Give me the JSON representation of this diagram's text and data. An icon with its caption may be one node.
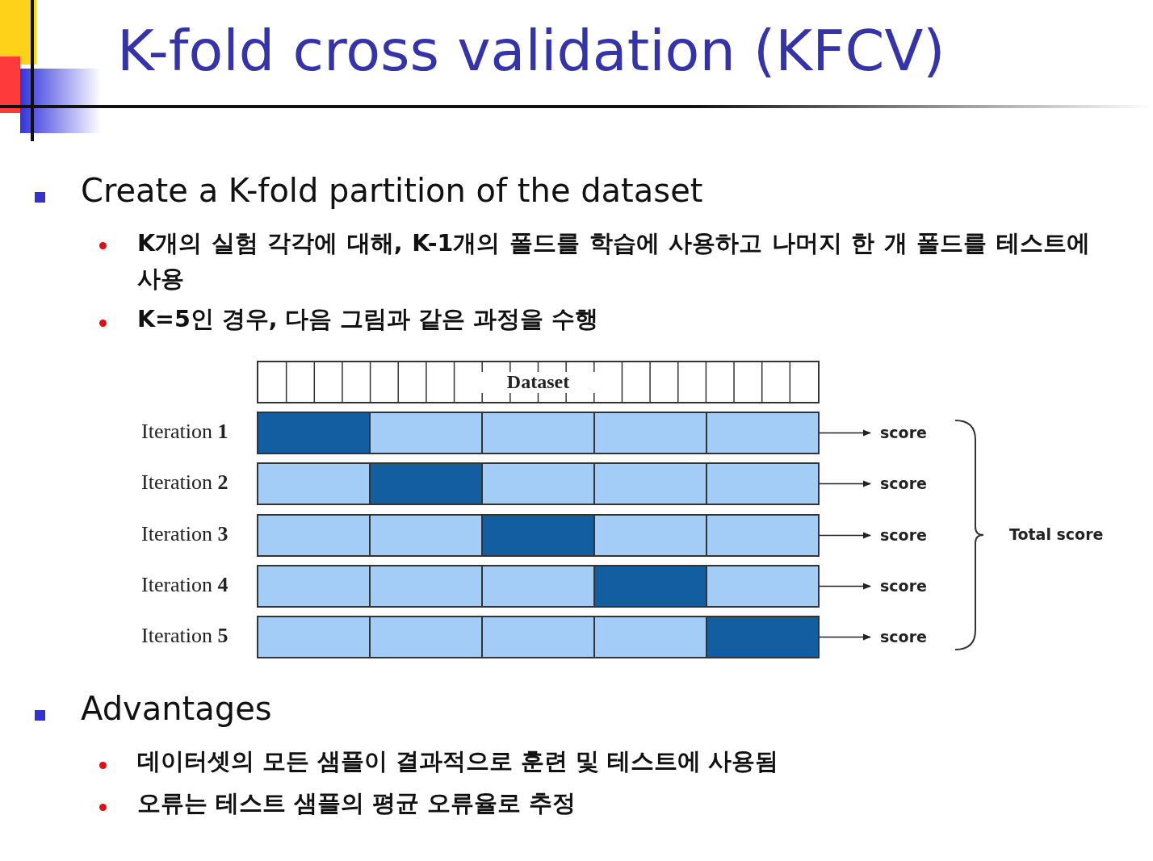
{
  "diagram": {
    "title": "K-fold cross validation (KFCV)",
    "nodes": [
      {
        "text": [
          "Dataset"
        ]
      },
      {
        "text": [],
        "shape": "bar",
        "beside": [
          "Iteration **1**"
        ]
      },
      {
        "text": [],
        "shape": "bar",
        "beside": [
          "Iteration **2**"
        ]
      },
      {
        "text": [],
        "shape": "bar",
        "beside": [
          "Iteration **3**"
        ]
      },
      {
        "text": [],
        "shape": "bar",
        "beside": [
          "Iteration **4**"
        ]
      },
      {
        "text": [],
        "shape": "bar",
        "beside": [
          "Iteration **5**"
        ]
      },
      {
        "text": [
          "score"
        ]
      },
      {
        "text": [
          "score"
        ]
      },
      {
        "text": [
          "score"
        ]
      },
      {
        "text": [
          "score"
        ]
      },
      {
        "text": [
          "score"
        ]
      }
    ],
    "edges": [
      {
        "from": 1,
        "to": 6,
        "arrow": "to"
      },
      {
        "from": 2,
        "to": 7,
        "arrow": "to"
      },
      {
        "from": 3,
        "to": 8,
        "arrow": "to"
      },
      {
        "from": 4,
        "to": 9,
        "arrow": "to"
      },
      {
        "from": 5,
        "to": 10,
        "arrow": "to"
      }
    ],
    "labels": [
      "Create a K-fold partition of the dataset",
      "K개의 실험 각각에 대해, K-1개의 폴드를 학습에 사용하고 나머지 한 개 폴드를 테스트에 사용",
      "K=5인 경우, 다음 그림과 같은 과정을 수행",
      "Total score",
      "Advantages",
      "데이터셋의 모든 샘플이 결과적으로 훈련 및 테스트에 사용됨",
      "오류는 테스트 샘플의 평균 오류율로 추정"
    ]
  }
}
